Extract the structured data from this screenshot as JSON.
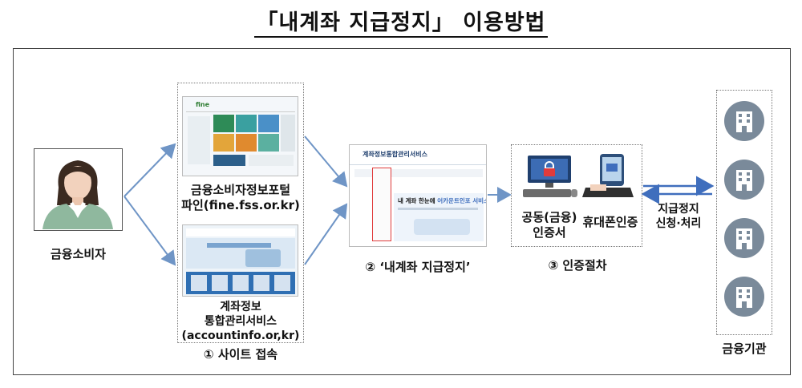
{
  "title": "「내계좌 지급정지」 이용방법",
  "consumer": {
    "label": "금융소비자"
  },
  "site_fine": {
    "label_line1": "금융소비자정보포털",
    "label_line2": "파인(fine.fss.or.kr)",
    "logo_text": "fine"
  },
  "site_account": {
    "label_line1": "계좌정보",
    "label_line2": "통합관리서비스",
    "label_line3": "(accountinfo.or,kr)"
  },
  "step1": {
    "label": "① 사이트 접속"
  },
  "service_screen": {
    "header": "계좌정보통합관리서비스",
    "banner_main": "내 계좌 한눈에",
    "banner_accent": "어카운트인포 서비스"
  },
  "step2": {
    "label": "② ‘내계좌 지급정지’"
  },
  "auth": {
    "cert_line1": "공동(금융)",
    "cert_line2": "인증서",
    "phone_label": "휴대폰인증"
  },
  "step3": {
    "label": "③ 인증절차"
  },
  "process": {
    "line1": "지급정지",
    "line2": "신청·처리"
  },
  "institutions": {
    "label": "금융기관"
  },
  "colors": {
    "arrow": "#6f95c6",
    "double_arrow": "#3f6ebd",
    "accent_red": "#e03b3b",
    "avatar_bg": "#7a8a9a"
  }
}
